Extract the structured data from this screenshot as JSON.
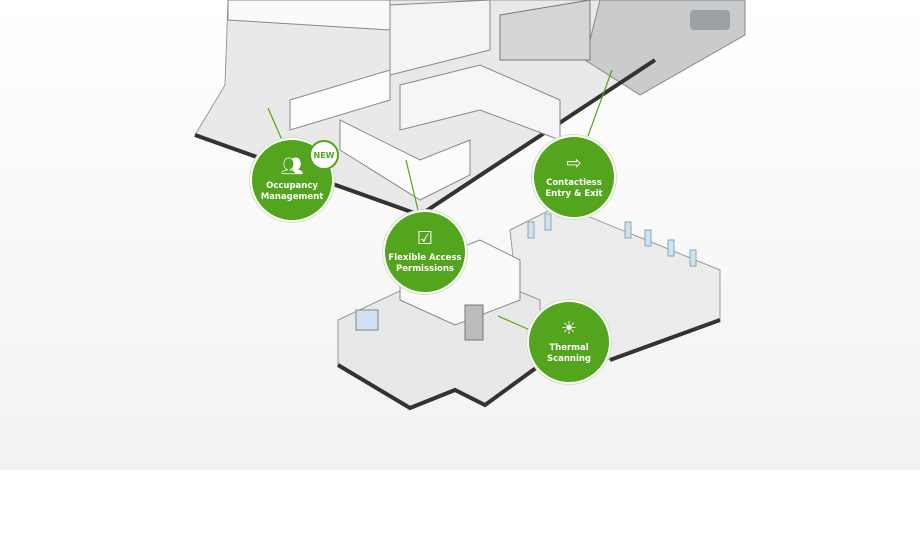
{
  "accent_color": "#52a51c",
  "hotspots": [
    {
      "id": "occupancy",
      "icon": "people-icon",
      "label_line1": "Occupancy",
      "label_line2": "Management",
      "badge": "NEW"
    },
    {
      "id": "contactless",
      "icon": "exit-arrow-icon",
      "label_line1": "Contactless",
      "label_line2": "Entry & Exit"
    },
    {
      "id": "flexible",
      "icon": "checkbox-icon",
      "label_line1": "Flexible Access",
      "label_line2": "Permissions"
    },
    {
      "id": "thermal",
      "icon": "sun-icon",
      "label_line1": "Thermal",
      "label_line2": "Scanning"
    }
  ]
}
